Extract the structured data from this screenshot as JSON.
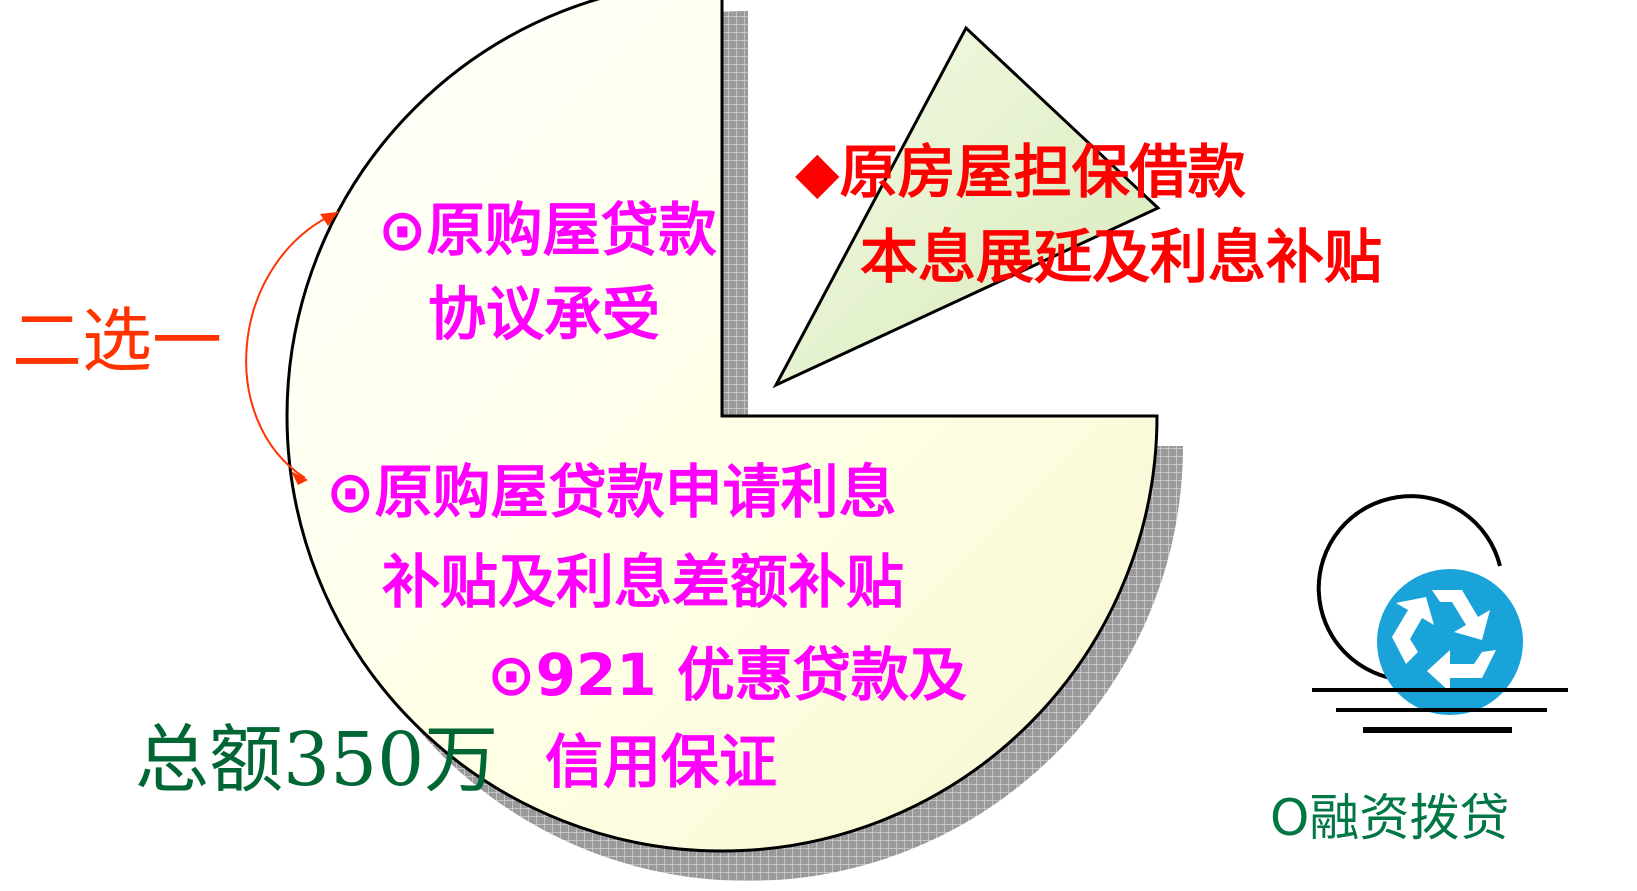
{
  "chart_data": {
    "type": "pie",
    "slices": [
      {
        "name": "main",
        "value": 0.75,
        "color": "#ffffe2",
        "exploded": false
      },
      {
        "name": "extension",
        "value": 0.0833,
        "color": "#e7f3cf",
        "exploded": true
      }
    ]
  },
  "labels": {
    "item1_line1": "⊙原购屋贷款",
    "item1_line2": "协议承受",
    "item2_line1": "⊙原购屋贷款申请利息",
    "item2_line2": "补贴及利息差额补贴",
    "item3_line1": "⊙921 优惠贷款及",
    "item3_line2": "信用保证",
    "item4_line1": "◆原房屋担保借款",
    "item4_line2": "本息展延及利息补贴",
    "choice": "二选一",
    "total": "总额350万",
    "finance": "O融资拨贷"
  },
  "colors": {
    "magenta_text": "#ff00ff",
    "red_text": "#ff0000",
    "choice_text": "#ff3300",
    "total_text": "#006633",
    "finance_text": "#007744",
    "recycle_icon": "#1aa3d9"
  },
  "icons": [
    "recycle-icon"
  ]
}
